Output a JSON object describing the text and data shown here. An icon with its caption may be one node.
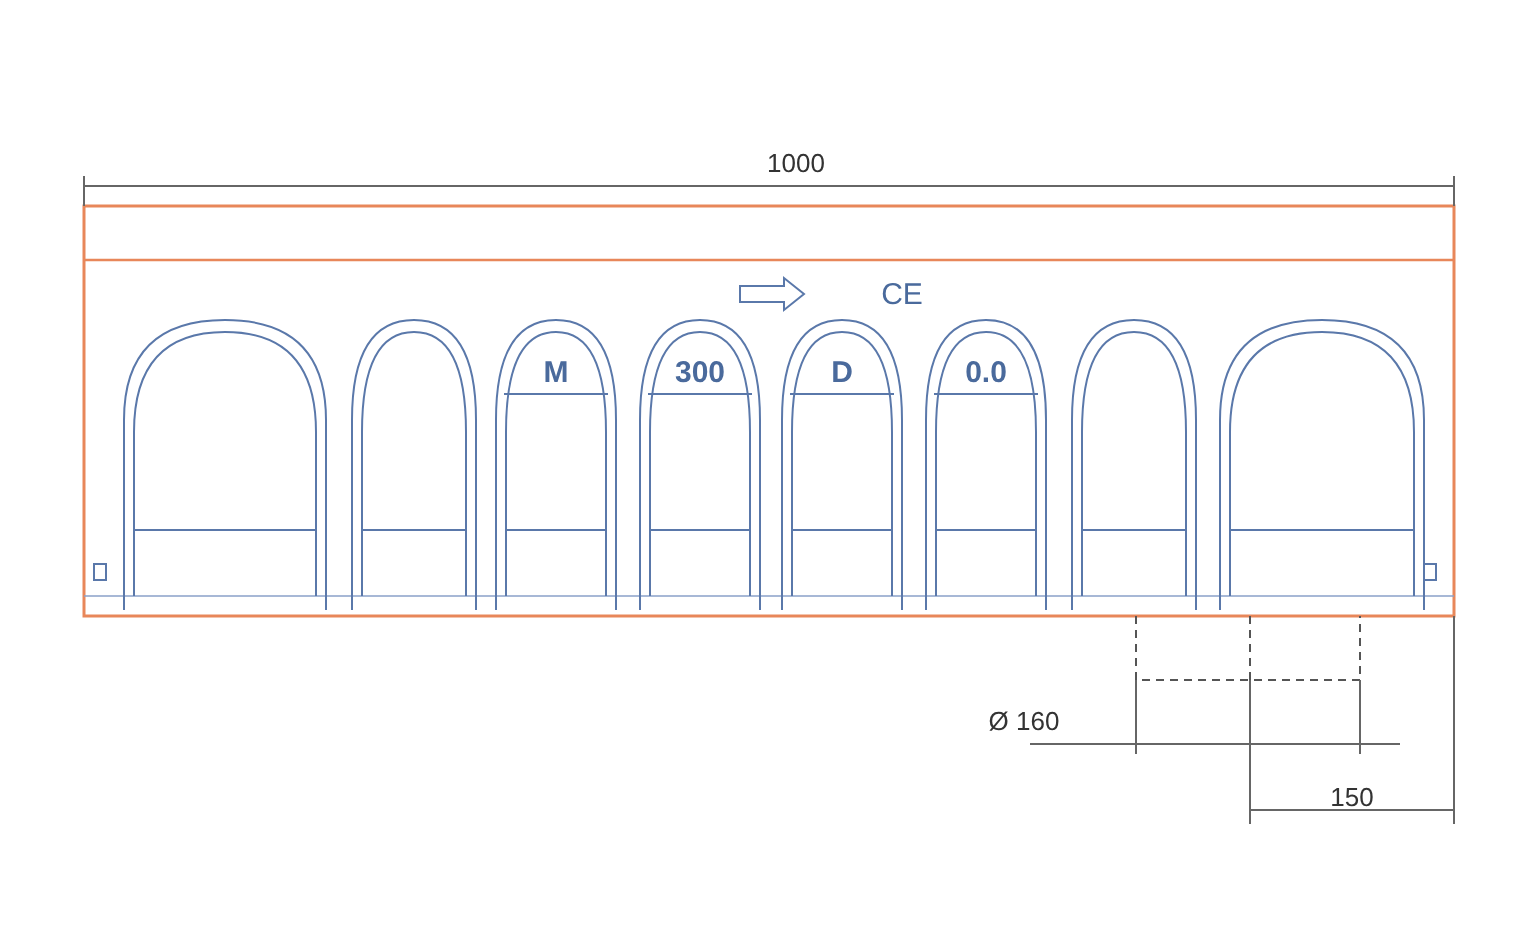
{
  "diagram": {
    "labels": [
      "1000",
      "CE",
      "M",
      "300",
      "D",
      "0.0",
      "Ø 160",
      "150"
    ]
  }
}
